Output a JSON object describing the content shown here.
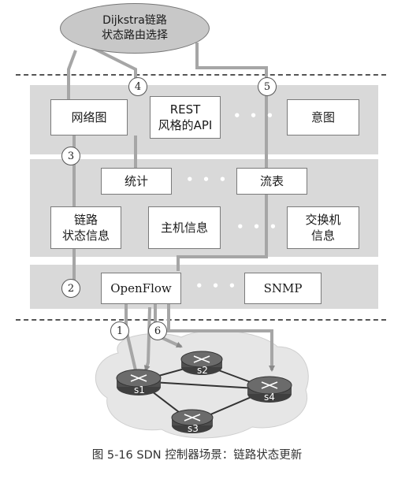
{
  "top": {
    "algorithm_label": "Dijkstra链路\n状态路由选择"
  },
  "layers": {
    "app": {
      "network_graph": "网络图",
      "rest_api": "REST\n风格的API",
      "intent": "意图"
    },
    "state": {
      "statistics": "统计",
      "flow_table": "流表",
      "link_state": "链路\n状态信息",
      "host_info": "主机信息",
      "switch_info": "交换机\n信息"
    },
    "comm": {
      "openflow": "OpenFlow",
      "snmp": "SNMP"
    },
    "ellipsis": "• • •"
  },
  "steps": [
    "1",
    "2",
    "3",
    "4",
    "5",
    "6"
  ],
  "switches": [
    "s1",
    "s2",
    "s3",
    "s4"
  ],
  "caption": "图 5-16   SDN 控制器场景：链路状态更新",
  "colors": {
    "band": "#d9d9d9",
    "arrow": "#a6a6a6",
    "switch": "#5f5f5f",
    "cloud": "#e6e6e6"
  }
}
